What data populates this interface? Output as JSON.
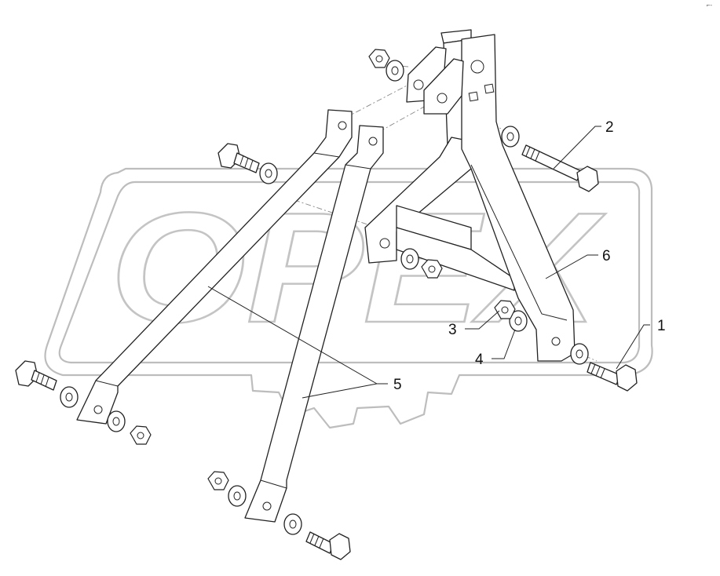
{
  "watermark": {
    "text": "OPEX"
  },
  "corner_mark": "⌐-",
  "callouts": [
    {
      "id": "1",
      "label": "1"
    },
    {
      "id": "2",
      "label": "2"
    },
    {
      "id": "3",
      "label": "3"
    },
    {
      "id": "4",
      "label": "4"
    },
    {
      "id": "5",
      "label": "5"
    },
    {
      "id": "6",
      "label": "6"
    }
  ]
}
